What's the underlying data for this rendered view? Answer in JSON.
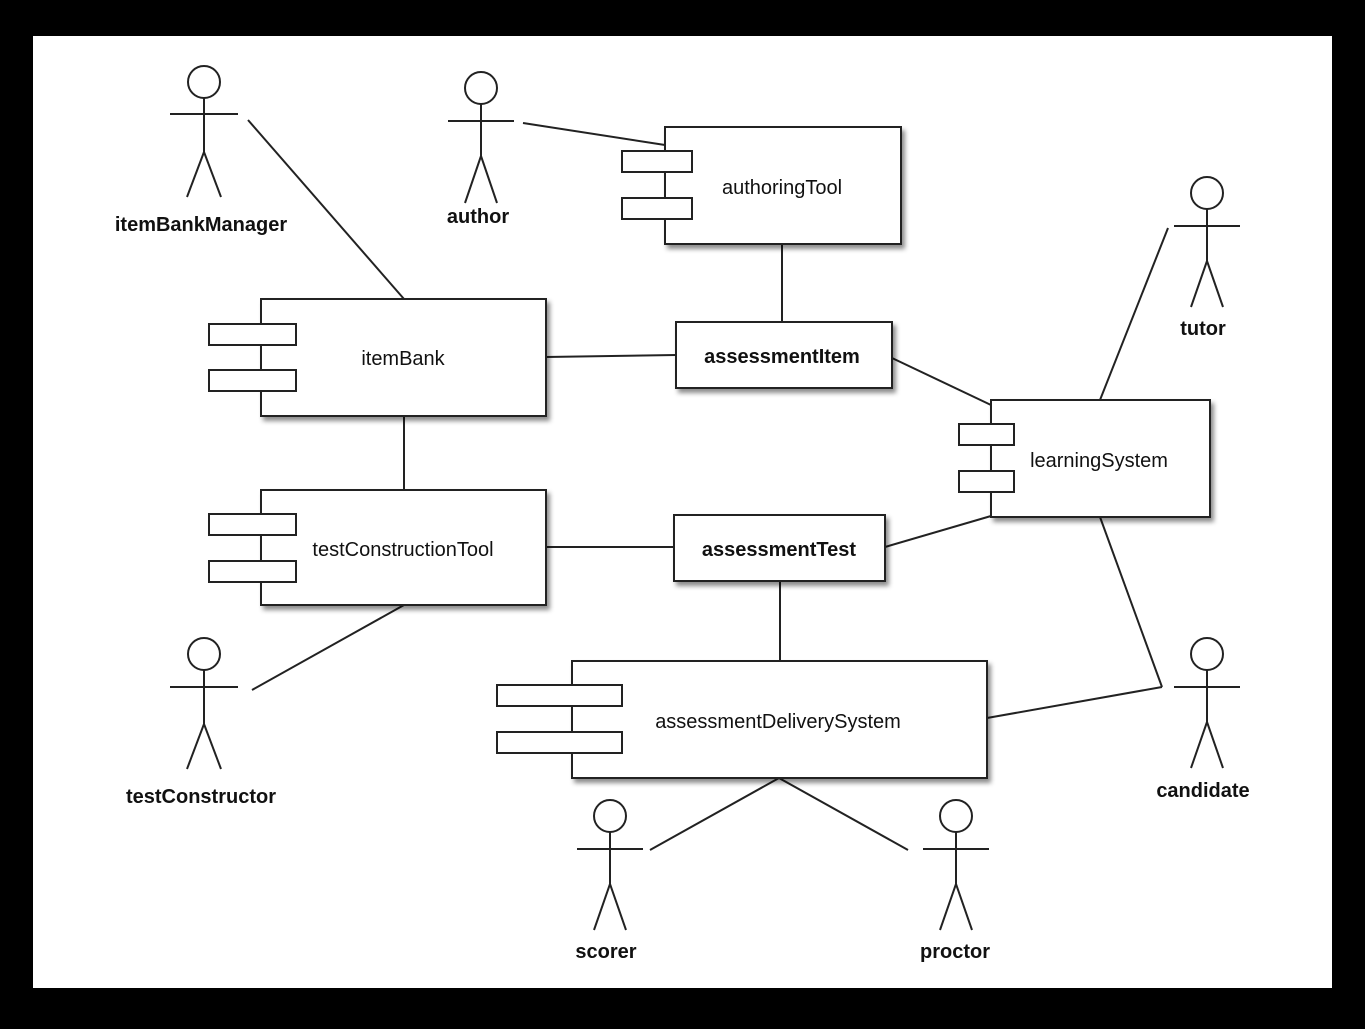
{
  "components": {
    "authoringTool": "authoringTool",
    "itemBank": "itemBank",
    "testConstructionTool": "testConstructionTool",
    "learningSystem": "learningSystem",
    "assessmentDeliverySystem": "assessmentDeliverySystem"
  },
  "objects": {
    "assessmentItem": "assessmentItem",
    "assessmentTest": "assessmentTest"
  },
  "actors": {
    "itemBankManager": "itemBankManager",
    "author": "author",
    "tutor": "tutor",
    "testConstructor": "testConstructor",
    "candidate": "candidate",
    "scorer": "scorer",
    "proctor": "proctor"
  },
  "colors": {
    "frame": "#000000",
    "canvas": "#ffffff",
    "stroke": "#222222",
    "shadow": "#9a9a9a"
  }
}
